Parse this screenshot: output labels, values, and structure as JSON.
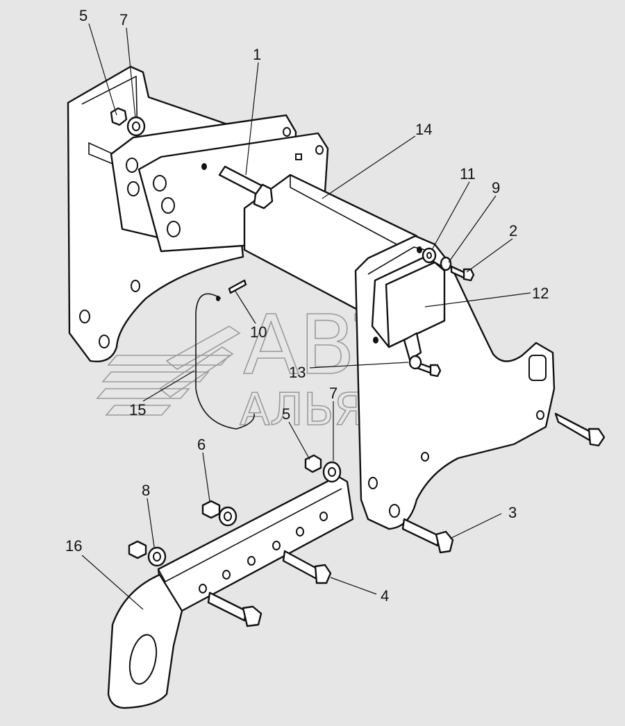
{
  "callouts": {
    "c1": "1",
    "c2": "2",
    "c3": "3",
    "c4": "4",
    "c5a": "5",
    "c5b": "5",
    "c6": "6",
    "c7a": "7",
    "c7b": "7",
    "c8": "8",
    "c9": "9",
    "c10": "10",
    "c11": "11",
    "c12": "12",
    "c13": "13",
    "c14": "14",
    "c15": "15",
    "c16": "16"
  },
  "watermark": {
    "line1": "АВТО",
    "line2": "АЛЬЯНС"
  },
  "colors": {
    "background": "#e6e6e6",
    "line": "#111111",
    "watermark": "#9a9a9a"
  }
}
